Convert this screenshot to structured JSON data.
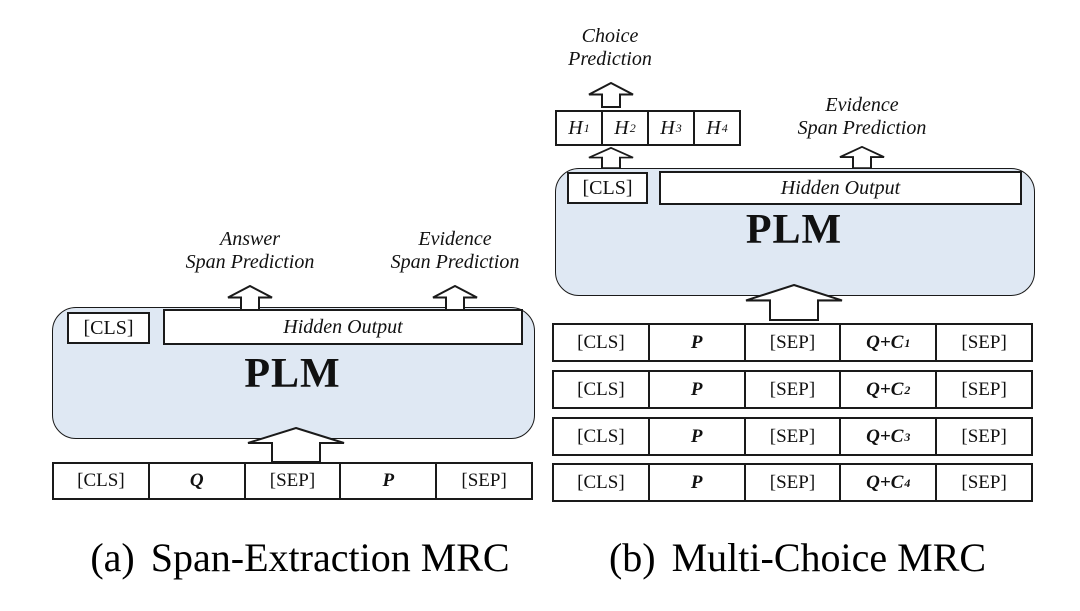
{
  "colors": {
    "plm_fill": "#dfe8f3",
    "line": "#1a1a1a"
  },
  "panel_a": {
    "caption_prefix": "(a)",
    "caption_text": "Span-Extraction MRC",
    "answer_label_line1": "Answer",
    "answer_label_line2": "Span Prediction",
    "evidence_label_line1": "Evidence",
    "evidence_label_line2": "Span Prediction",
    "cls_token": "[CLS]",
    "hidden_output_label": "Hidden Output",
    "plm_label": "PLM",
    "input_row": [
      "[CLS]",
      "Q",
      "[SEP]",
      "P",
      "[SEP]"
    ]
  },
  "panel_b": {
    "caption_prefix": "(b)",
    "caption_text": "Multi-Choice MRC",
    "choice_label_line1": "Choice",
    "choice_label_line2": "Prediction",
    "evidence_label_line1": "Evidence",
    "evidence_label_line2": "Span Prediction",
    "h_cells": [
      {
        "base": "H",
        "sub": "1"
      },
      {
        "base": "H",
        "sub": "2"
      },
      {
        "base": "H",
        "sub": "3"
      },
      {
        "base": "H",
        "sub": "4"
      }
    ],
    "cls_token": "[CLS]",
    "hidden_output_label": "Hidden Output",
    "plm_label": "PLM",
    "input_rows": [
      {
        "cells": [
          "[CLS]",
          "P",
          "[SEP]",
          "Q+C",
          "[SEP]"
        ],
        "choice_sub": "1"
      },
      {
        "cells": [
          "[CLS]",
          "P",
          "[SEP]",
          "Q+C",
          "[SEP]"
        ],
        "choice_sub": "2"
      },
      {
        "cells": [
          "[CLS]",
          "P",
          "[SEP]",
          "Q+C",
          "[SEP]"
        ],
        "choice_sub": "3"
      },
      {
        "cells": [
          "[CLS]",
          "P",
          "[SEP]",
          "Q+C",
          "[SEP]"
        ],
        "choice_sub": "4"
      }
    ]
  }
}
